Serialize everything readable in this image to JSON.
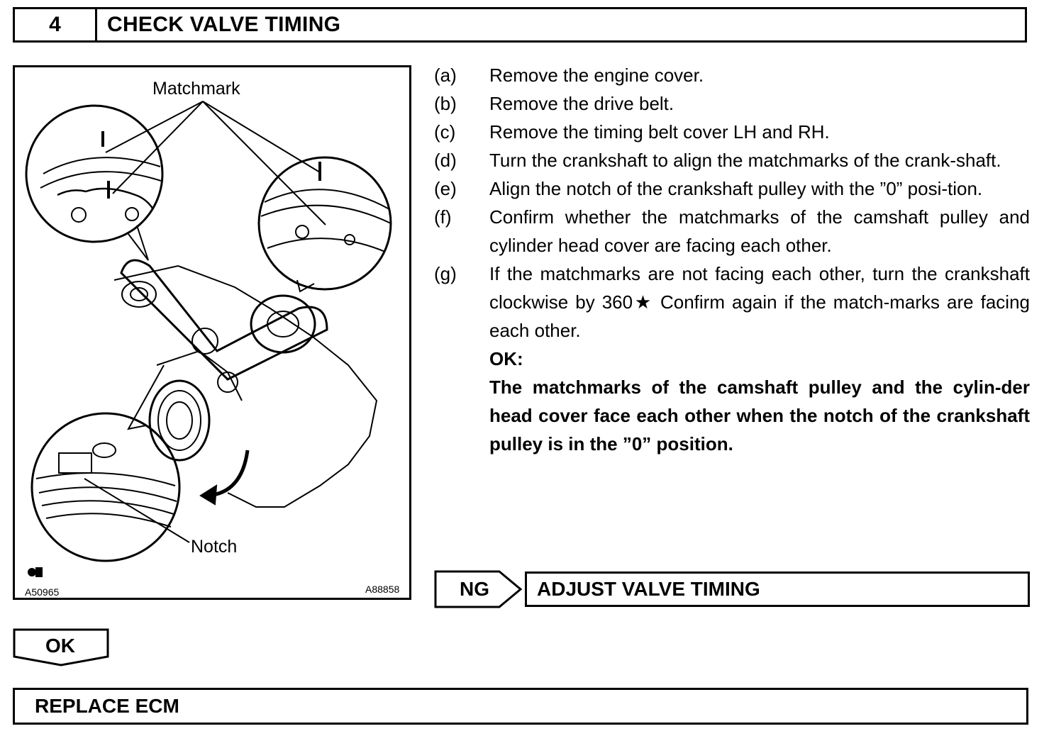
{
  "step": {
    "number": "4",
    "title": "CHECK VALVE TIMING"
  },
  "figure": {
    "label_matchmark": "Matchmark",
    "label_notch": "Notch",
    "code_left": "A50965",
    "code_right": "A88858"
  },
  "instructions": [
    {
      "key": "(a)",
      "text": "Remove the engine cover."
    },
    {
      "key": "(b)",
      "text": "Remove the drive belt."
    },
    {
      "key": "(c)",
      "text": "Remove the timing belt cover LH and RH."
    },
    {
      "key": "(d)",
      "text": "Turn the crankshaft to align the matchmarks of the crank-shaft."
    },
    {
      "key": "(e)",
      "text": "Align the notch of the crankshaft pulley with the ”0” posi-tion."
    },
    {
      "key": "(f)",
      "text": "Confirm whether the matchmarks of the camshaft pulley and cylinder head cover are facing each other."
    },
    {
      "key": "(g)",
      "text": "If the matchmarks are not facing each other, turn the crankshaft clockwise by 360★ Confirm again if the match-marks are facing each other."
    }
  ],
  "ok_label_inline": "OK:",
  "ok_result": "The matchmarks of the camshaft pulley and the cylin-der head cover face each other when the notch of the crankshaft pulley is in the ”0” position.",
  "ng": {
    "label": "NG",
    "action": "ADJUST VALVE TIMING"
  },
  "ok": {
    "label": "OK",
    "action": "REPLACE ECM"
  }
}
